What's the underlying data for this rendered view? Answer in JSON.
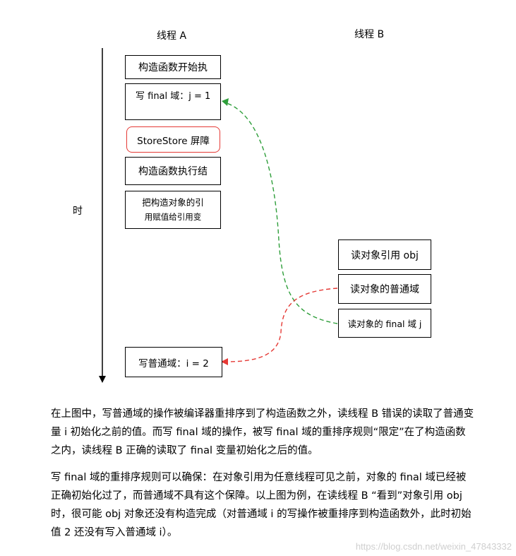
{
  "diagram": {
    "thread_a_label": "线程 A",
    "thread_b_label": "线程 B",
    "time_label": "时",
    "thread_a_boxes": [
      "构造函数开始执",
      "写 final 域：j = 1",
      "StoreStore 屏障",
      "构造函数执行结",
      "把构造对象的引",
      "用赋值给引用变",
      "写普通域：i = 2"
    ],
    "thread_b_boxes": [
      "读对象引用 obj",
      "读对象的普通域",
      "读对象的 final 域 j"
    ],
    "colors": {
      "box_border": "#000000",
      "barrier_border": "#e53935",
      "final_arrow": "#2e9e3a",
      "normal_arrow": "#e53935"
    }
  },
  "text": {
    "paragraph1": "在上图中，写普通域的操作被编译器重排序到了构造函数之外，读线程 B 错误的读取了普通变量 i 初始化之前的值。而写 final 域的操作，被写 final 域的重排序规则“限定”在了构造函数之内，读线程 B 正确的读取了 final 变量初始化之后的值。",
    "paragraph2": "写 final 域的重排序规则可以确保：在对象引用为任意线程可见之前，对象的 final 域已经被正确初始化过了，而普通域不具有这个保障。以上图为例，在读线程 B “看到”对象引用 obj 时，很可能 obj 对象还没有构造完成（对普通域 i 的写操作被重排序到构造函数外，此时初始值 2 还没有写入普通域 i）。",
    "watermark": "https://blog.csdn.net/weixin_47843332"
  }
}
